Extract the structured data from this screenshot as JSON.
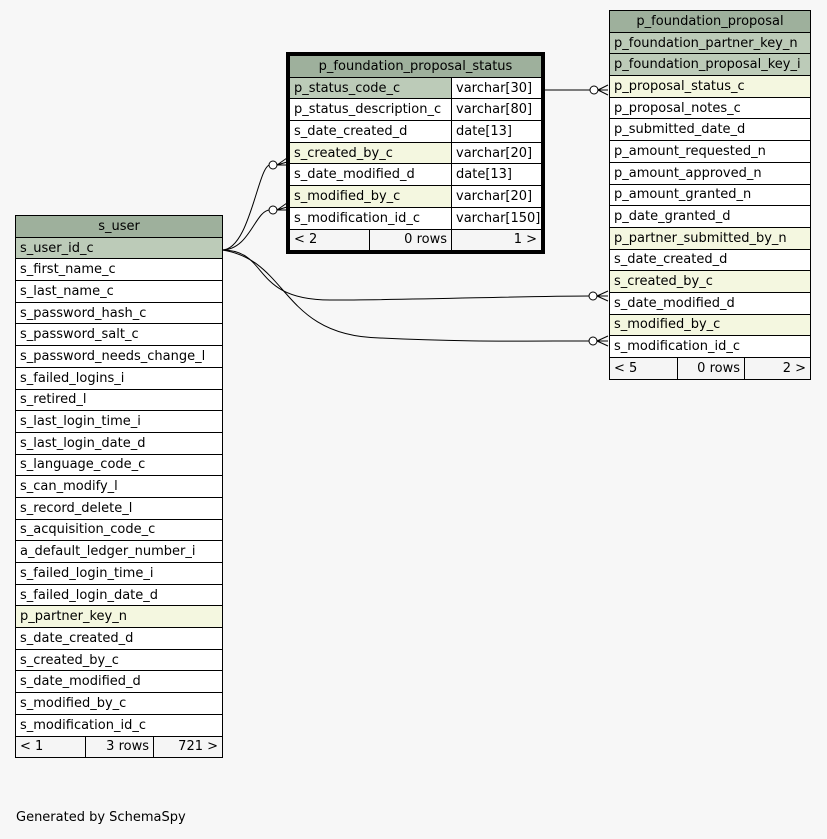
{
  "tables": {
    "status": {
      "name": "p_foundation_proposal_status",
      "rows": [
        {
          "col": "p_status_code_c",
          "type": "varchar[30]",
          "kind": "pk"
        },
        {
          "col": "p_status_description_c",
          "type": "varchar[80]",
          "kind": "plain"
        },
        {
          "col": "s_date_created_d",
          "type": "date[13]",
          "kind": "plain"
        },
        {
          "col": "s_created_by_c",
          "type": "varchar[20]",
          "kind": "fk"
        },
        {
          "col": "s_date_modified_d",
          "type": "date[13]",
          "kind": "plain"
        },
        {
          "col": "s_modified_by_c",
          "type": "varchar[20]",
          "kind": "fk"
        },
        {
          "col": "s_modification_id_c",
          "type": "varchar[150]",
          "kind": "plain"
        }
      ],
      "footer": {
        "parents": "< 2",
        "rows": "0 rows",
        "children": "1 >"
      }
    },
    "proposal": {
      "name": "p_foundation_proposal",
      "rows": [
        {
          "col": "p_foundation_partner_key_n",
          "kind": "pk"
        },
        {
          "col": "p_foundation_proposal_key_i",
          "kind": "pk"
        },
        {
          "col": "p_proposal_status_c",
          "kind": "fk"
        },
        {
          "col": "p_proposal_notes_c",
          "kind": "plain"
        },
        {
          "col": "p_submitted_date_d",
          "kind": "plain"
        },
        {
          "col": "p_amount_requested_n",
          "kind": "plain"
        },
        {
          "col": "p_amount_approved_n",
          "kind": "plain"
        },
        {
          "col": "p_amount_granted_n",
          "kind": "plain"
        },
        {
          "col": "p_date_granted_d",
          "kind": "plain"
        },
        {
          "col": "p_partner_submitted_by_n",
          "kind": "fk"
        },
        {
          "col": "s_date_created_d",
          "kind": "plain"
        },
        {
          "col": "s_created_by_c",
          "kind": "fk"
        },
        {
          "col": "s_date_modified_d",
          "kind": "plain"
        },
        {
          "col": "s_modified_by_c",
          "kind": "fk"
        },
        {
          "col": "s_modification_id_c",
          "kind": "plain"
        }
      ],
      "footer": {
        "parents": "< 5",
        "rows": "0 rows",
        "children": "2 >"
      }
    },
    "user": {
      "name": "s_user",
      "rows": [
        {
          "col": "s_user_id_c",
          "kind": "pk"
        },
        {
          "col": "s_first_name_c",
          "kind": "plain"
        },
        {
          "col": "s_last_name_c",
          "kind": "plain"
        },
        {
          "col": "s_password_hash_c",
          "kind": "plain"
        },
        {
          "col": "s_password_salt_c",
          "kind": "plain"
        },
        {
          "col": "s_password_needs_change_l",
          "kind": "plain"
        },
        {
          "col": "s_failed_logins_i",
          "kind": "plain"
        },
        {
          "col": "s_retired_l",
          "kind": "plain"
        },
        {
          "col": "s_last_login_time_i",
          "kind": "plain"
        },
        {
          "col": "s_last_login_date_d",
          "kind": "plain"
        },
        {
          "col": "s_language_code_c",
          "kind": "plain"
        },
        {
          "col": "s_can_modify_l",
          "kind": "plain"
        },
        {
          "col": "s_record_delete_l",
          "kind": "plain"
        },
        {
          "col": "s_acquisition_code_c",
          "kind": "plain"
        },
        {
          "col": "a_default_ledger_number_i",
          "kind": "plain"
        },
        {
          "col": "s_failed_login_time_i",
          "kind": "plain"
        },
        {
          "col": "s_failed_login_date_d",
          "kind": "plain"
        },
        {
          "col": "p_partner_key_n",
          "kind": "fk"
        },
        {
          "col": "s_date_created_d",
          "kind": "plain"
        },
        {
          "col": "s_created_by_c",
          "kind": "plain"
        },
        {
          "col": "s_date_modified_d",
          "kind": "plain"
        },
        {
          "col": "s_modified_by_c",
          "kind": "plain"
        },
        {
          "col": "s_modification_id_c",
          "kind": "plain"
        }
      ],
      "footer": {
        "parents": "< 1",
        "rows": "3 rows",
        "children": "721 >"
      }
    }
  },
  "footer_text": "Generated by SchemaSpy",
  "colors": {
    "header": "#9eb09c",
    "primary_key": "#bccbb8",
    "foreign_key": "#f4f7e0",
    "background": "#f7f7f7"
  }
}
